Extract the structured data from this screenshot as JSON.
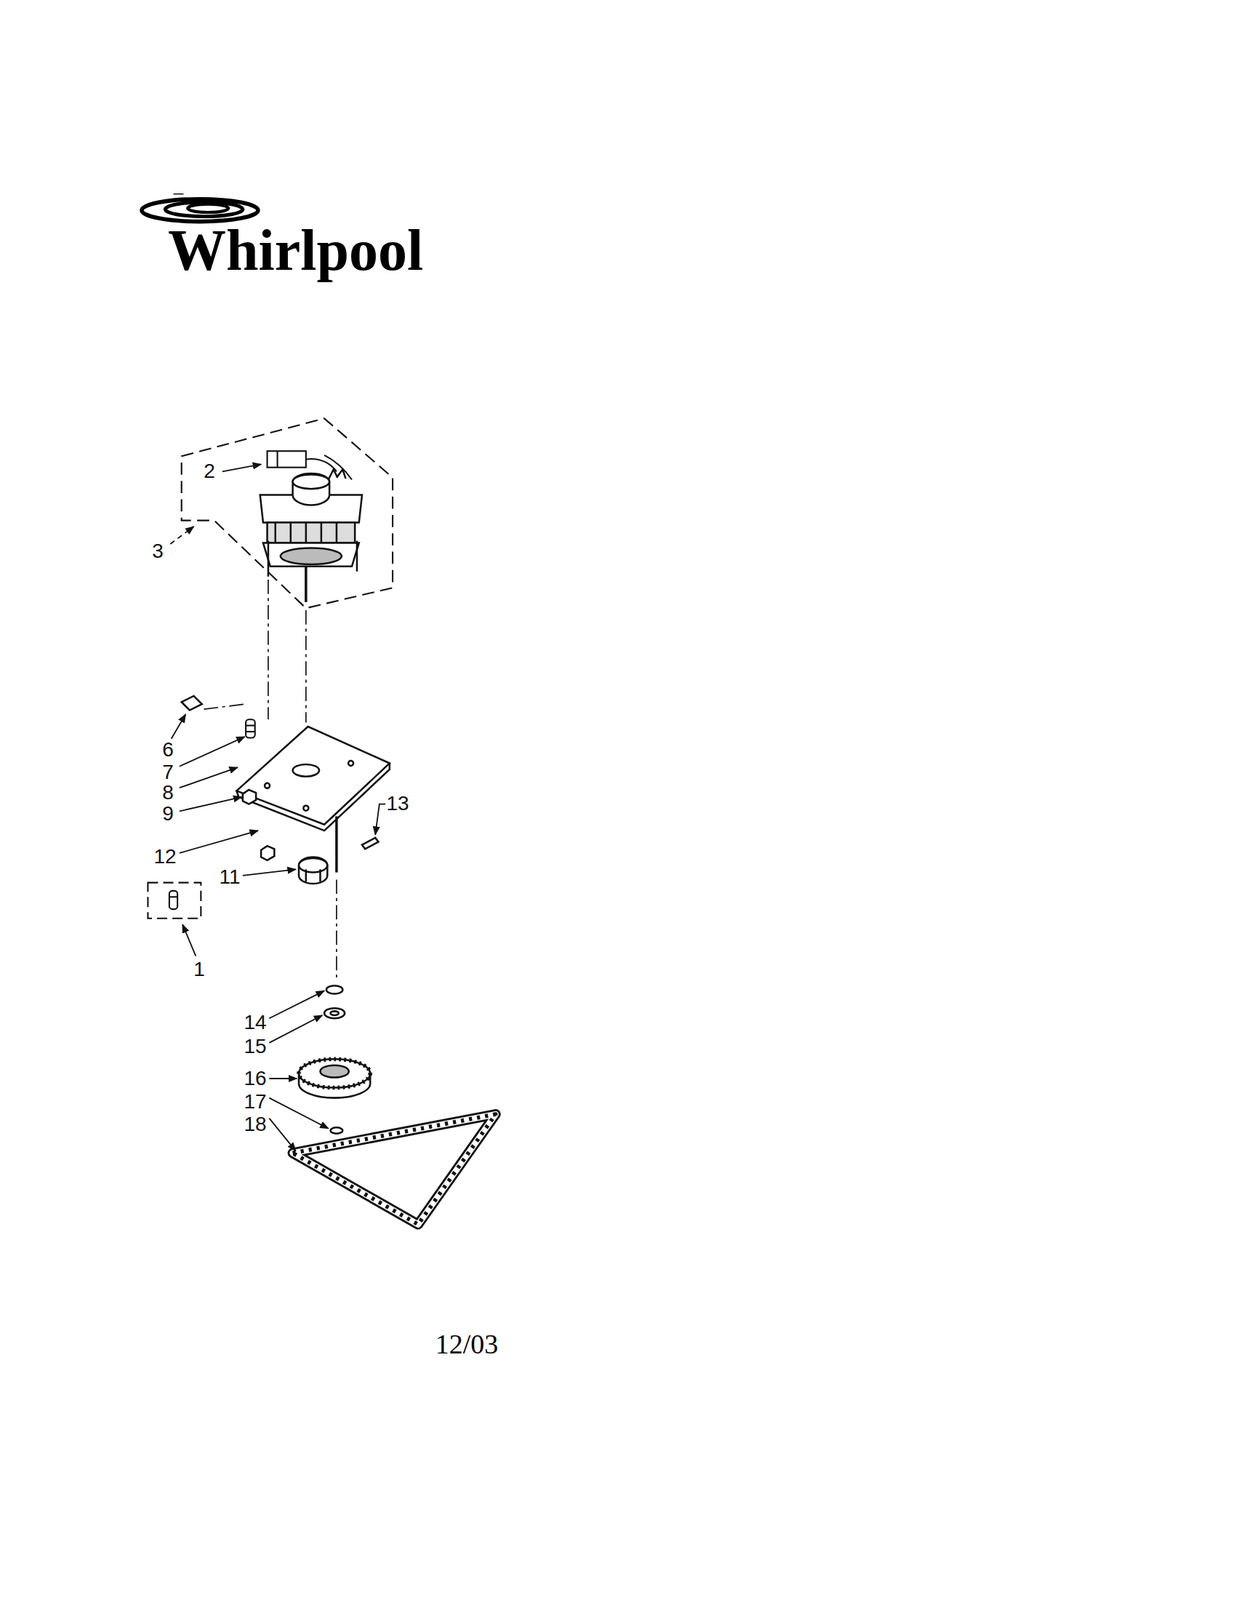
{
  "diagram": {
    "title": "Whirlpool",
    "labels": [
      "2",
      "3",
      "6",
      "7",
      "8",
      "9",
      "12",
      "11",
      "13",
      "1",
      "14",
      "15",
      "16",
      "17",
      "18",
      "12/03"
    ]
  }
}
